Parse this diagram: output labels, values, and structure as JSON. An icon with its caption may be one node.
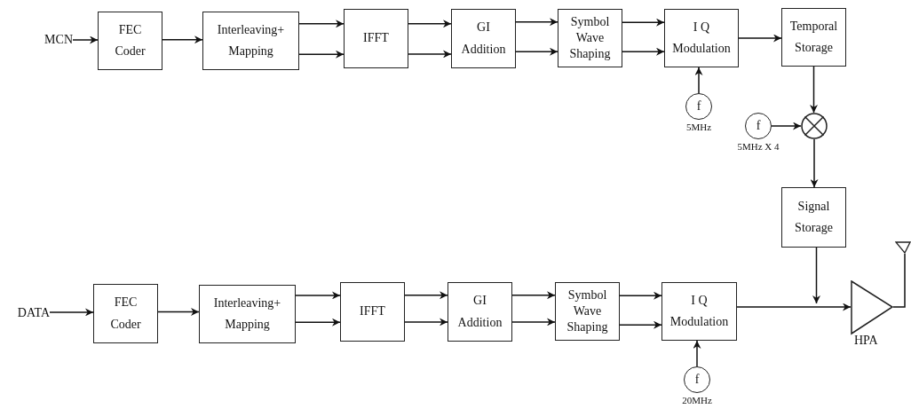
{
  "diagram": {
    "nodes": [
      {
        "text": [
          "MCN"
        ]
      },
      {
        "text": [
          "FEC Coder"
        ]
      },
      {
        "text": [
          "Interleaving+ Mapping"
        ]
      },
      {
        "text": [
          "IFFT"
        ]
      },
      {
        "text": [
          "GI Addition"
        ]
      },
      {
        "text": [
          "Symbol Wave Shaping"
        ]
      },
      {
        "text": [
          "I Q Modulation"
        ]
      },
      {
        "text": [
          "Temporal Storage"
        ]
      },
      {
        "text": [
          "f"
        ],
        "beside": [
          "5MHz"
        ]
      },
      {
        "text": [
          "f"
        ],
        "beside": [
          "5MHz X 4"
        ]
      },
      {
        "text": [],
        "shape": "circle"
      },
      {
        "text": [
          "Signal Storage"
        ]
      },
      {
        "text": [
          "DATA"
        ]
      },
      {
        "text": [
          "FEC Coder"
        ]
      },
      {
        "text": [
          "Interleaving+ Mapping"
        ]
      },
      {
        "text": [
          "IFFT"
        ]
      },
      {
        "text": [
          "GI Addition"
        ]
      },
      {
        "text": [
          "Symbol Wave Shaping"
        ]
      },
      {
        "text": [
          "I Q Modulation"
        ]
      },
      {
        "text": [
          "f"
        ],
        "beside": [
          "20MHz"
        ]
      },
      {
        "text": [
          "HPA"
        ]
      },
      {
        "text": [],
        "shape": "antenna"
      }
    ],
    "edges": [
      {
        "from": 0,
        "to": 1,
        "arrow": "to"
      },
      {
        "from": 1,
        "to": 2,
        "arrow": "to"
      },
      {
        "from": 2,
        "to": 3,
        "arrow": "to"
      },
      {
        "from": 2,
        "to": 3,
        "arrow": "to"
      },
      {
        "from": 3,
        "to": 4,
        "arrow": "to"
      },
      {
        "from": 3,
        "to": 4,
        "arrow": "to"
      },
      {
        "from": 4,
        "to": 5,
        "arrow": "to"
      },
      {
        "from": 4,
        "to": 5,
        "arrow": "to"
      },
      {
        "from": 5,
        "to": 6,
        "arrow": "to"
      },
      {
        "from": 5,
        "to": 6,
        "arrow": "to"
      },
      {
        "from": 6,
        "to": 7,
        "arrow": "to"
      },
      {
        "from": 8,
        "to": 6,
        "arrow": "to"
      },
      {
        "from": 7,
        "to": 10,
        "arrow": "to"
      },
      {
        "from": 9,
        "to": 10,
        "arrow": "to"
      },
      {
        "from": 10,
        "to": 11,
        "arrow": "to"
      },
      {
        "from": 12,
        "to": 13,
        "arrow": "to"
      },
      {
        "from": 13,
        "to": 14,
        "arrow": "to"
      },
      {
        "from": 14,
        "to": 15,
        "arrow": "to"
      },
      {
        "from": 14,
        "to": 15,
        "arrow": "to"
      },
      {
        "from": 15,
        "to": 16,
        "arrow": "to"
      },
      {
        "from": 15,
        "to": 16,
        "arrow": "to"
      },
      {
        "from": 16,
        "to": 17,
        "arrow": "to"
      },
      {
        "from": 16,
        "to": 17,
        "arrow": "to"
      },
      {
        "from": 17,
        "to": 18,
        "arrow": "to"
      },
      {
        "from": 17,
        "to": 18,
        "arrow": "to"
      },
      {
        "from": 19,
        "to": 18,
        "arrow": "to"
      },
      {
        "from": 18,
        "to": 20,
        "arrow": "to"
      },
      {
        "from": 11,
        "to": 20,
        "arrow": "to"
      },
      {
        "from": 20,
        "to": 21,
        "arrow": "none"
      }
    ]
  }
}
